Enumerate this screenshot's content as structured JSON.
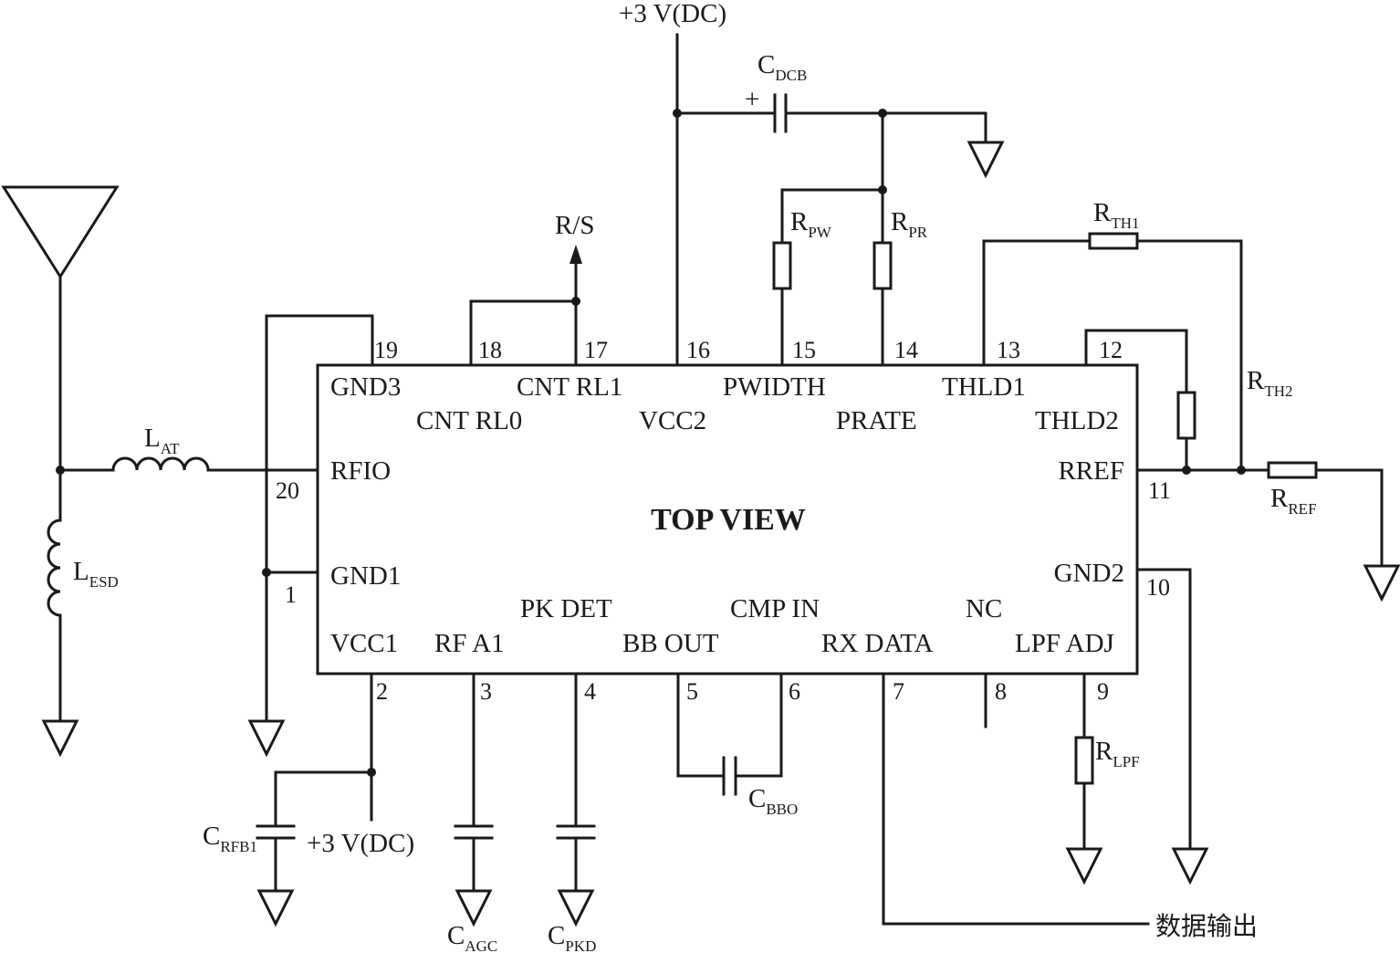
{
  "chip": {
    "title": "TOP VIEW",
    "pins_top": [
      {
        "num": "19",
        "name": "GND3"
      },
      {
        "num": "18",
        "name": "CNT RL0"
      },
      {
        "num": "17",
        "name": "CNT RL1"
      },
      {
        "num": "16",
        "name": "VCC2"
      },
      {
        "num": "15",
        "name": "PWIDTH"
      },
      {
        "num": "14",
        "name": "PRATE"
      },
      {
        "num": "13",
        "name": "THLD1"
      },
      {
        "num": "12",
        "name": "THLD2"
      }
    ],
    "pins_left": [
      {
        "num": "20",
        "name": "RFIO"
      },
      {
        "num": "1",
        "name": "GND1"
      }
    ],
    "pins_right": [
      {
        "num": "11",
        "name": "RREF"
      },
      {
        "num": "10",
        "name": "GND2"
      }
    ],
    "pins_bottom": [
      {
        "num": "2",
        "name": "VCC1"
      },
      {
        "num": "3",
        "name": "RF A1"
      },
      {
        "num": "4",
        "name": "PK DET"
      },
      {
        "num": "5",
        "name": "BB OUT"
      },
      {
        "num": "6",
        "name": "CMP IN"
      },
      {
        "num": "7",
        "name": "RX DATA"
      },
      {
        "num": "8",
        "name": "NC"
      },
      {
        "num": "9",
        "name": "LPF ADJ"
      }
    ]
  },
  "supply_top": "+3 V(DC)",
  "supply_bottom": "+3 V(DC)",
  "rs_label": "R/S",
  "plus_sign": "+",
  "data_out": "数据输出",
  "components": {
    "cdcb": {
      "base": "C",
      "sub": "DCB"
    },
    "rpw": {
      "base": "R",
      "sub": "PW"
    },
    "rpr": {
      "base": "R",
      "sub": "PR"
    },
    "rth1": {
      "base": "R",
      "sub": "TH1"
    },
    "rth2": {
      "base": "R",
      "sub": "TH2"
    },
    "rref": {
      "base": "R",
      "sub": "REF"
    },
    "lat": {
      "base": "L",
      "sub": "AT"
    },
    "lesd": {
      "base": "L",
      "sub": "ESD"
    },
    "crfb1": {
      "base": "C",
      "sub": "RFB1"
    },
    "cagc": {
      "base": "C",
      "sub": "AGC"
    },
    "cpkd": {
      "base": "C",
      "sub": "PKD"
    },
    "cbbo": {
      "base": "C",
      "sub": "BBO"
    },
    "rlpf": {
      "base": "R",
      "sub": "LPF"
    }
  }
}
